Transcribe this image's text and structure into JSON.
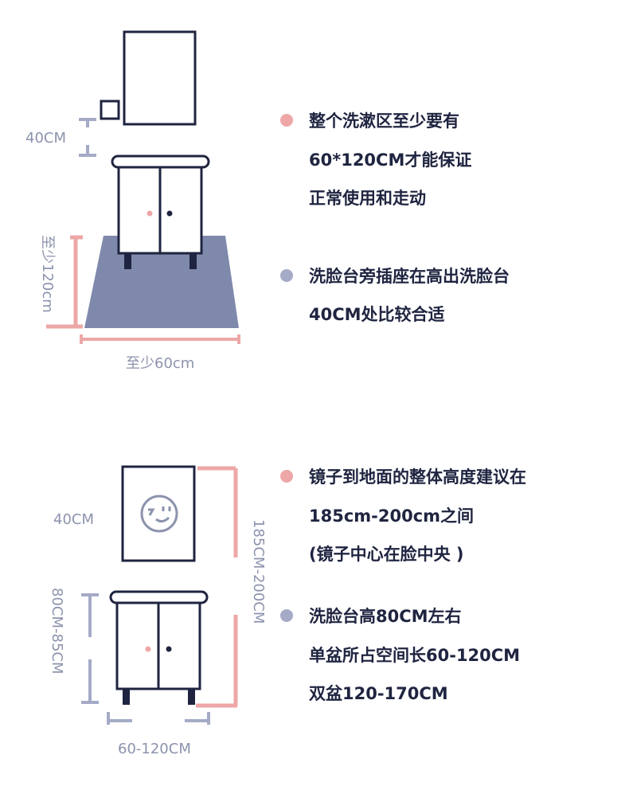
{
  "colors": {
    "navy": "#1f2440",
    "pink": "#eda7a7",
    "blue": "#a5abc6",
    "floor": "#7f89ab",
    "gray": "#8c93ad"
  },
  "top_section": {
    "gap_label": "40CM",
    "depth_label": "至少120cm",
    "width_label": "至少60cm",
    "notes": [
      {
        "dot": "pink",
        "lines": [
          "整个洗漱区至少要有",
          "60*120CM才能保证",
          "正常使用和走动"
        ]
      },
      {
        "dot": "blue",
        "lines": [
          "洗脸台旁插座在高出洗脸台",
          "40CM处比较合适"
        ]
      }
    ]
  },
  "bottom_section": {
    "gap_label": "40CM",
    "mirror_height_label": "185CM-200CM",
    "basin_height_label": "80CM-85CM",
    "width_label": "60-120CM",
    "face_icon": "smiley-face-icon",
    "notes": [
      {
        "dot": "pink",
        "lines": [
          "镜子到地面的整体高度建议在",
          "185cm-200cm之间",
          "(镜子中心在脸中央 )"
        ]
      },
      {
        "dot": "blue",
        "lines": [
          "洗脸台高80CM左右",
          "单盆所占空间长60-120CM",
          "双盆120-170CM"
        ]
      }
    ]
  }
}
